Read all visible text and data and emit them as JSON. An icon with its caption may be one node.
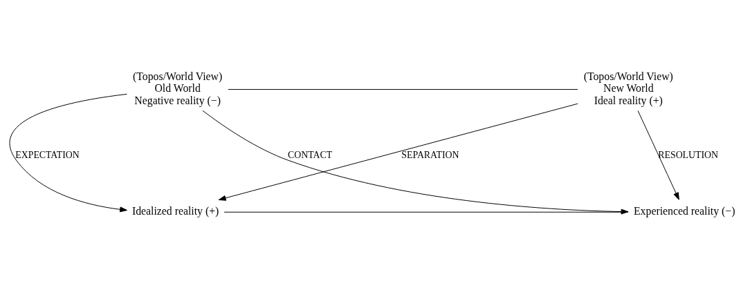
{
  "diagram": {
    "nodes": [
      {
        "text": [
          "(Topos/World View)",
          "Old World",
          "Negative reality (−)"
        ]
      },
      {
        "text": [
          "(Topos/World View)",
          "New World",
          "Ideal reality (+)"
        ]
      },
      {
        "text": [
          "Idealized reality (+)"
        ]
      },
      {
        "text": [
          "Experienced reality (−)"
        ]
      }
    ],
    "edges": [
      {
        "from": 0,
        "to": 1,
        "arrow": "none"
      },
      {
        "from": 0,
        "to": 2,
        "arrow": "to",
        "label": "EXPECTATION"
      },
      {
        "from": 1,
        "to": 3,
        "arrow": "to",
        "label": "RESOLUTION"
      },
      {
        "from": 0,
        "to": 3,
        "arrow": "to",
        "label": "CONTACT"
      },
      {
        "from": 1,
        "to": 2,
        "arrow": "to",
        "label": "SEPARATION"
      },
      {
        "from": 2,
        "to": 3,
        "arrow": "none"
      }
    ]
  }
}
